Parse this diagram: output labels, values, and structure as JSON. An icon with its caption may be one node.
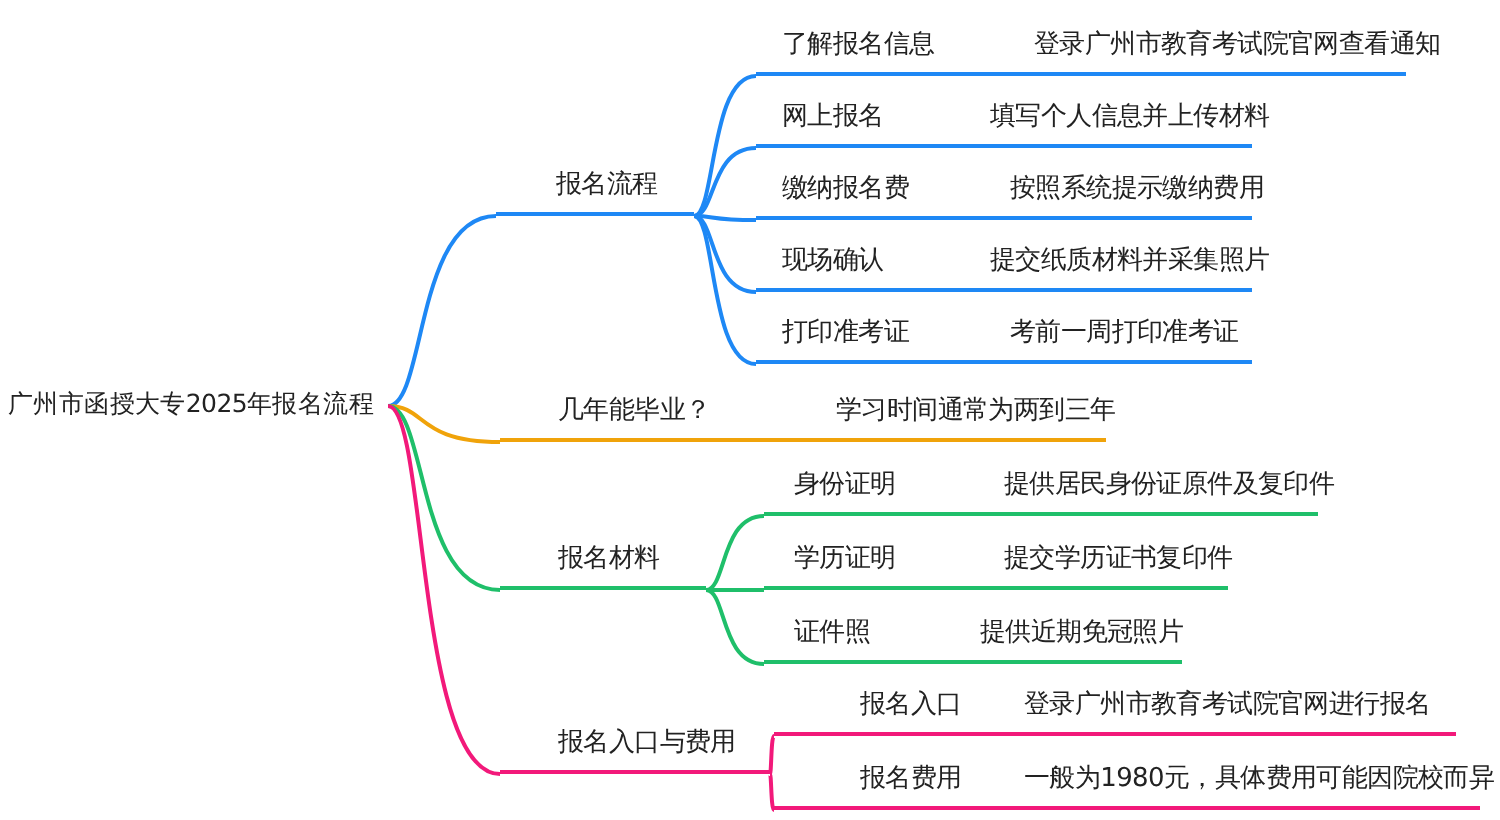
{
  "diagram": {
    "nodes": [
      {
        "text": [
          "广州市函授大专2025年报名流程"
        ]
      },
      {
        "text": [
          "报名流程"
        ]
      },
      {
        "text": [
          "了解报名信息",
          "登录广州市教育考试院官网查看通知"
        ]
      },
      {
        "text": [
          "网上报名",
          "填写个人信息并上传材料"
        ]
      },
      {
        "text": [
          "缴纳报名费",
          "按照系统提示缴纳费用"
        ]
      },
      {
        "text": [
          "现场确认",
          "提交纸质材料并采集照片"
        ]
      },
      {
        "text": [
          "打印准考证",
          "考前一周打印准考证"
        ]
      },
      {
        "text": [
          "几年能毕业？",
          "学习时间通常为两到三年"
        ]
      },
      {
        "text": [
          "报名材料"
        ]
      },
      {
        "text": [
          "身份证明",
          "提供居民身份证原件及复印件"
        ]
      },
      {
        "text": [
          "学历证明",
          "提交学历证书复印件"
        ]
      },
      {
        "text": [
          "证件照",
          "提供近期免冠照片"
        ]
      },
      {
        "text": [
          "报名入口与费用"
        ]
      },
      {
        "text": [
          "报名入口",
          "登录广州市教育考试院官网进行报名"
        ]
      },
      {
        "text": [
          "报名费用",
          "一般为1980元，具体费用可能因院校而异"
        ]
      }
    ],
    "edges": [
      {
        "from": 0,
        "to": 1,
        "arrow": "none"
      },
      {
        "from": 1,
        "to": 2,
        "arrow": "none"
      },
      {
        "from": 1,
        "to": 3,
        "arrow": "none"
      },
      {
        "from": 1,
        "to": 4,
        "arrow": "none"
      },
      {
        "from": 1,
        "to": 5,
        "arrow": "none"
      },
      {
        "from": 1,
        "to": 6,
        "arrow": "none"
      },
      {
        "from": 0,
        "to": 7,
        "arrow": "none",
        "color": "#f0a30a"
      },
      {
        "from": 0,
        "to": 8,
        "arrow": "none",
        "color": "#1fbf6a"
      },
      {
        "from": 8,
        "to": 9,
        "arrow": "none",
        "color": "#1fbf6a"
      },
      {
        "from": 8,
        "to": 10,
        "arrow": "none",
        "color": "#1fbf6a"
      },
      {
        "from": 8,
        "to": 11,
        "arrow": "none",
        "color": "#1fbf6a"
      },
      {
        "from": 0,
        "to": 12,
        "arrow": "none",
        "color": "#f2197a"
      },
      {
        "from": 12,
        "to": 13,
        "arrow": "none",
        "color": "#f2197a"
      },
      {
        "from": 12,
        "to": 14,
        "arrow": "none",
        "color": "#f2197a"
      }
    ]
  }
}
